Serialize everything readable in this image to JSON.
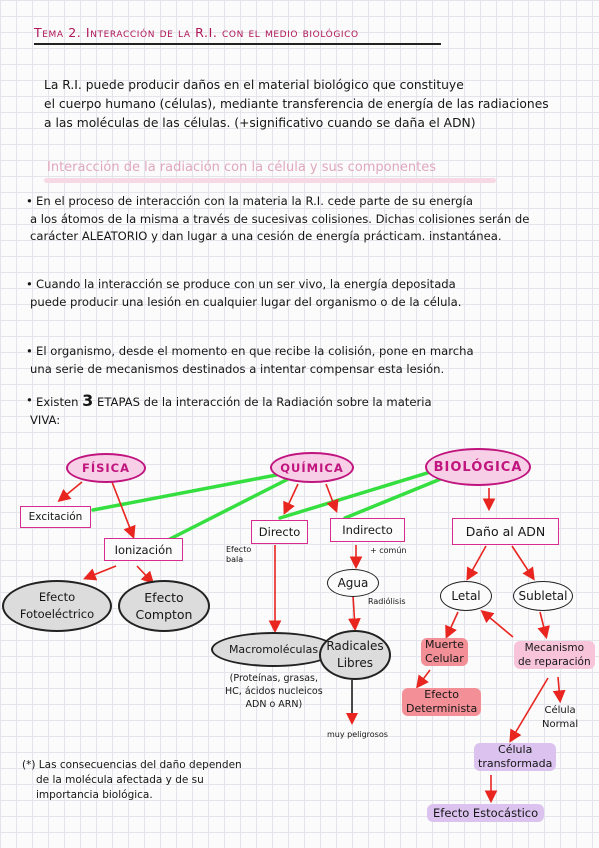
{
  "header": {
    "title": "Tema 2. Interacción de la R.I. con el medio biológico"
  },
  "intro": [
    "La R.I. puede producir daños en el material biológico que constituye",
    "el cuerpo humano (células), mediante transferencia de energía de las radiaciones",
    "a las moléculas de las células. (+significativo cuando se daña el ADN)"
  ],
  "section_title": "Interacción de la radiación con la célula y sus componentes",
  "bullets": {
    "b1": [
      "En el proceso de interacción con la materia la R.I. cede parte de su energía",
      "a los átomos de la misma a través de sucesivas colisiones. Dichas colisiones serán de",
      "carácter ALEATORIO y dan lugar a una cesión de energía prácticam. instantánea."
    ],
    "b2": [
      "Cuando la interacción se produce con un ser vivo, la energía depositada",
      "puede producir una lesión en cualquier lugar del organismo o de la célula."
    ],
    "b3": [
      "El organismo, desde el momento en que recibe la colisión, pone en marcha",
      "una serie de mecanismos destinados a intentar compensar esta lesión."
    ],
    "b4": {
      "line1_pre": "Existen",
      "line1_num": "3",
      "line1_post": "ETAPAS de la interacción de la Radiación sobre la materia",
      "line2": "VIVA:"
    }
  },
  "diagram": {
    "fisica": "FÍSICA",
    "quimica": "QUÍMICA",
    "biologica": "BIOLÓGICA",
    "excitacion": "Excitación",
    "ionizacion": "Ionización",
    "efecto_fotoelectrico": [
      "Efecto",
      "Fotoeléctrico"
    ],
    "efecto_compton": [
      "Efecto",
      "Compton"
    ],
    "directo": "Directo",
    "indirecto": "Indirecto",
    "efecto_bala": [
      "Efecto",
      "bala"
    ],
    "mas_comun": "+ común",
    "agua": "Agua",
    "radiolisis": "Radiólisis",
    "macromoleculas": "Macromoléculas",
    "macromoleculas_note": [
      "(Proteínas, grasas,",
      "HC, ácidos nucleicos",
      "ADN o ARN)"
    ],
    "radicales_libres": [
      "Radicales",
      "Libres"
    ],
    "muy_peligrosos": "muy peligrosos",
    "dano_adn": "Daño al ADN",
    "letal": "Letal",
    "subletal": "Subletal",
    "muerte_celular": [
      "Muerte",
      "Celular"
    ],
    "efecto_determinista": [
      "Efecto",
      "Determinista"
    ],
    "mecanismo_reparacion": [
      "Mecanismo",
      "de reparación"
    ],
    "celula_normal": [
      "Célula",
      "Normal"
    ],
    "celula_transformada": [
      "Célula",
      "transformada"
    ],
    "efecto_estocastico": "Efecto Estocástico"
  },
  "footnote": [
    "(*) Las consecuencias del daño dependen",
    "de la molécula afectada y de su",
    "importancia biológica."
  ],
  "colors": {
    "title": "#b01658",
    "subtitle": "#e0a7bd",
    "arrow_red": "#e8251f",
    "arrow_green": "#34df3f",
    "pink_node": "#f7cfe6",
    "grey_node": "#dcdcdc",
    "red_highlight": "#f38f96",
    "pink_highlight": "#f7c4d9",
    "lavender_highlight": "#dcc3ef"
  }
}
